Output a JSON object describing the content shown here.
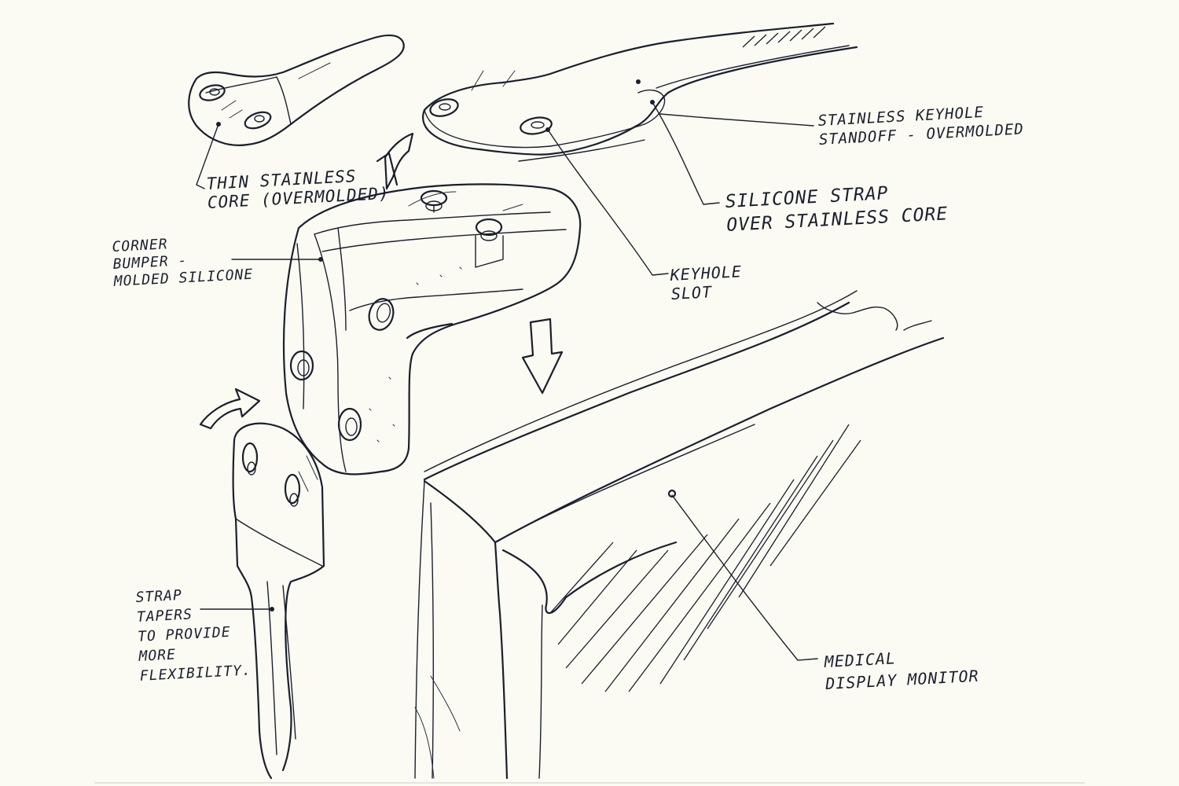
{
  "annotations": {
    "thin_core": [
      "THIN STAINLESS",
      "CORE (OVERMOLDED)"
    ],
    "keyhole_standoff": [
      "STAINLESS KEYHOLE",
      "STANDOFF - OVERMOLDED"
    ],
    "silicone_strap": [
      "SILICONE STRAP",
      "OVER STAINLESS CORE"
    ],
    "corner_bumper": [
      "CORNER",
      "BUMPER -",
      "MOLDED SILICONE"
    ],
    "keyhole_slot": [
      "KEYHOLE",
      "SLOT"
    ],
    "strap_tapers": [
      "STRAP",
      "TAPERS",
      "TO PROVIDE",
      "MORE",
      "FLEXIBILITY."
    ],
    "medical_display": [
      "MEDICAL",
      "DISPLAY MONITOR"
    ]
  },
  "colors": {
    "paper": "#fbfbf3",
    "ink": "#1a1f2e"
  }
}
